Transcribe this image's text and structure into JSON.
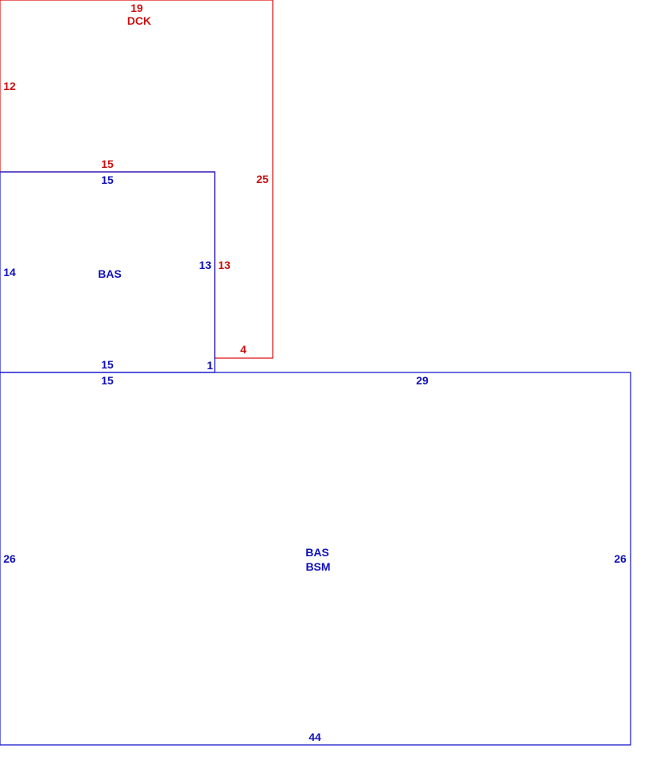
{
  "colors": {
    "dck": "#dd1111",
    "bas": "#1111cc"
  },
  "dck": {
    "name": "DCK",
    "dims": {
      "top": "19",
      "left": "12",
      "inner_top": "15",
      "right": "25",
      "inner_right": "13",
      "bottom_step": "4"
    }
  },
  "bas_upper": {
    "name": "BAS",
    "dims": {
      "top": "15",
      "left": "14",
      "right": "13",
      "bottom": "15",
      "step": "1"
    }
  },
  "bas_lower": {
    "name_line1": "BAS",
    "name_line2": "BSM",
    "dims": {
      "top_left": "15",
      "top_right": "29",
      "left": "26",
      "right": "26",
      "bottom": "44"
    }
  }
}
